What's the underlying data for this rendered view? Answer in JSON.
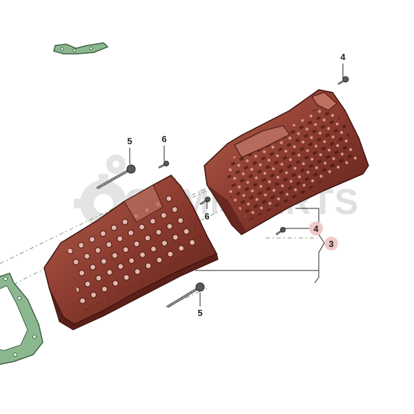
{
  "diagram": {
    "callouts": [
      {
        "id": "c4-top",
        "label": "4"
      },
      {
        "id": "c5-left",
        "label": "5"
      },
      {
        "id": "c6-left",
        "label": "6"
      },
      {
        "id": "c6-mid",
        "label": "6"
      },
      {
        "id": "c4-right",
        "label": "4"
      },
      {
        "id": "c3-right",
        "label": "3"
      },
      {
        "id": "c5-bottom",
        "label": "5"
      }
    ],
    "watermark": "ORMNPARTS"
  },
  "colors": {
    "head": "#8a3a2e",
    "head_dark": "#4a1a14",
    "head_light": "#c07060",
    "gasket": "#8cb890",
    "bolt": "#707070",
    "highlight_badge": "#f0c8c8"
  }
}
